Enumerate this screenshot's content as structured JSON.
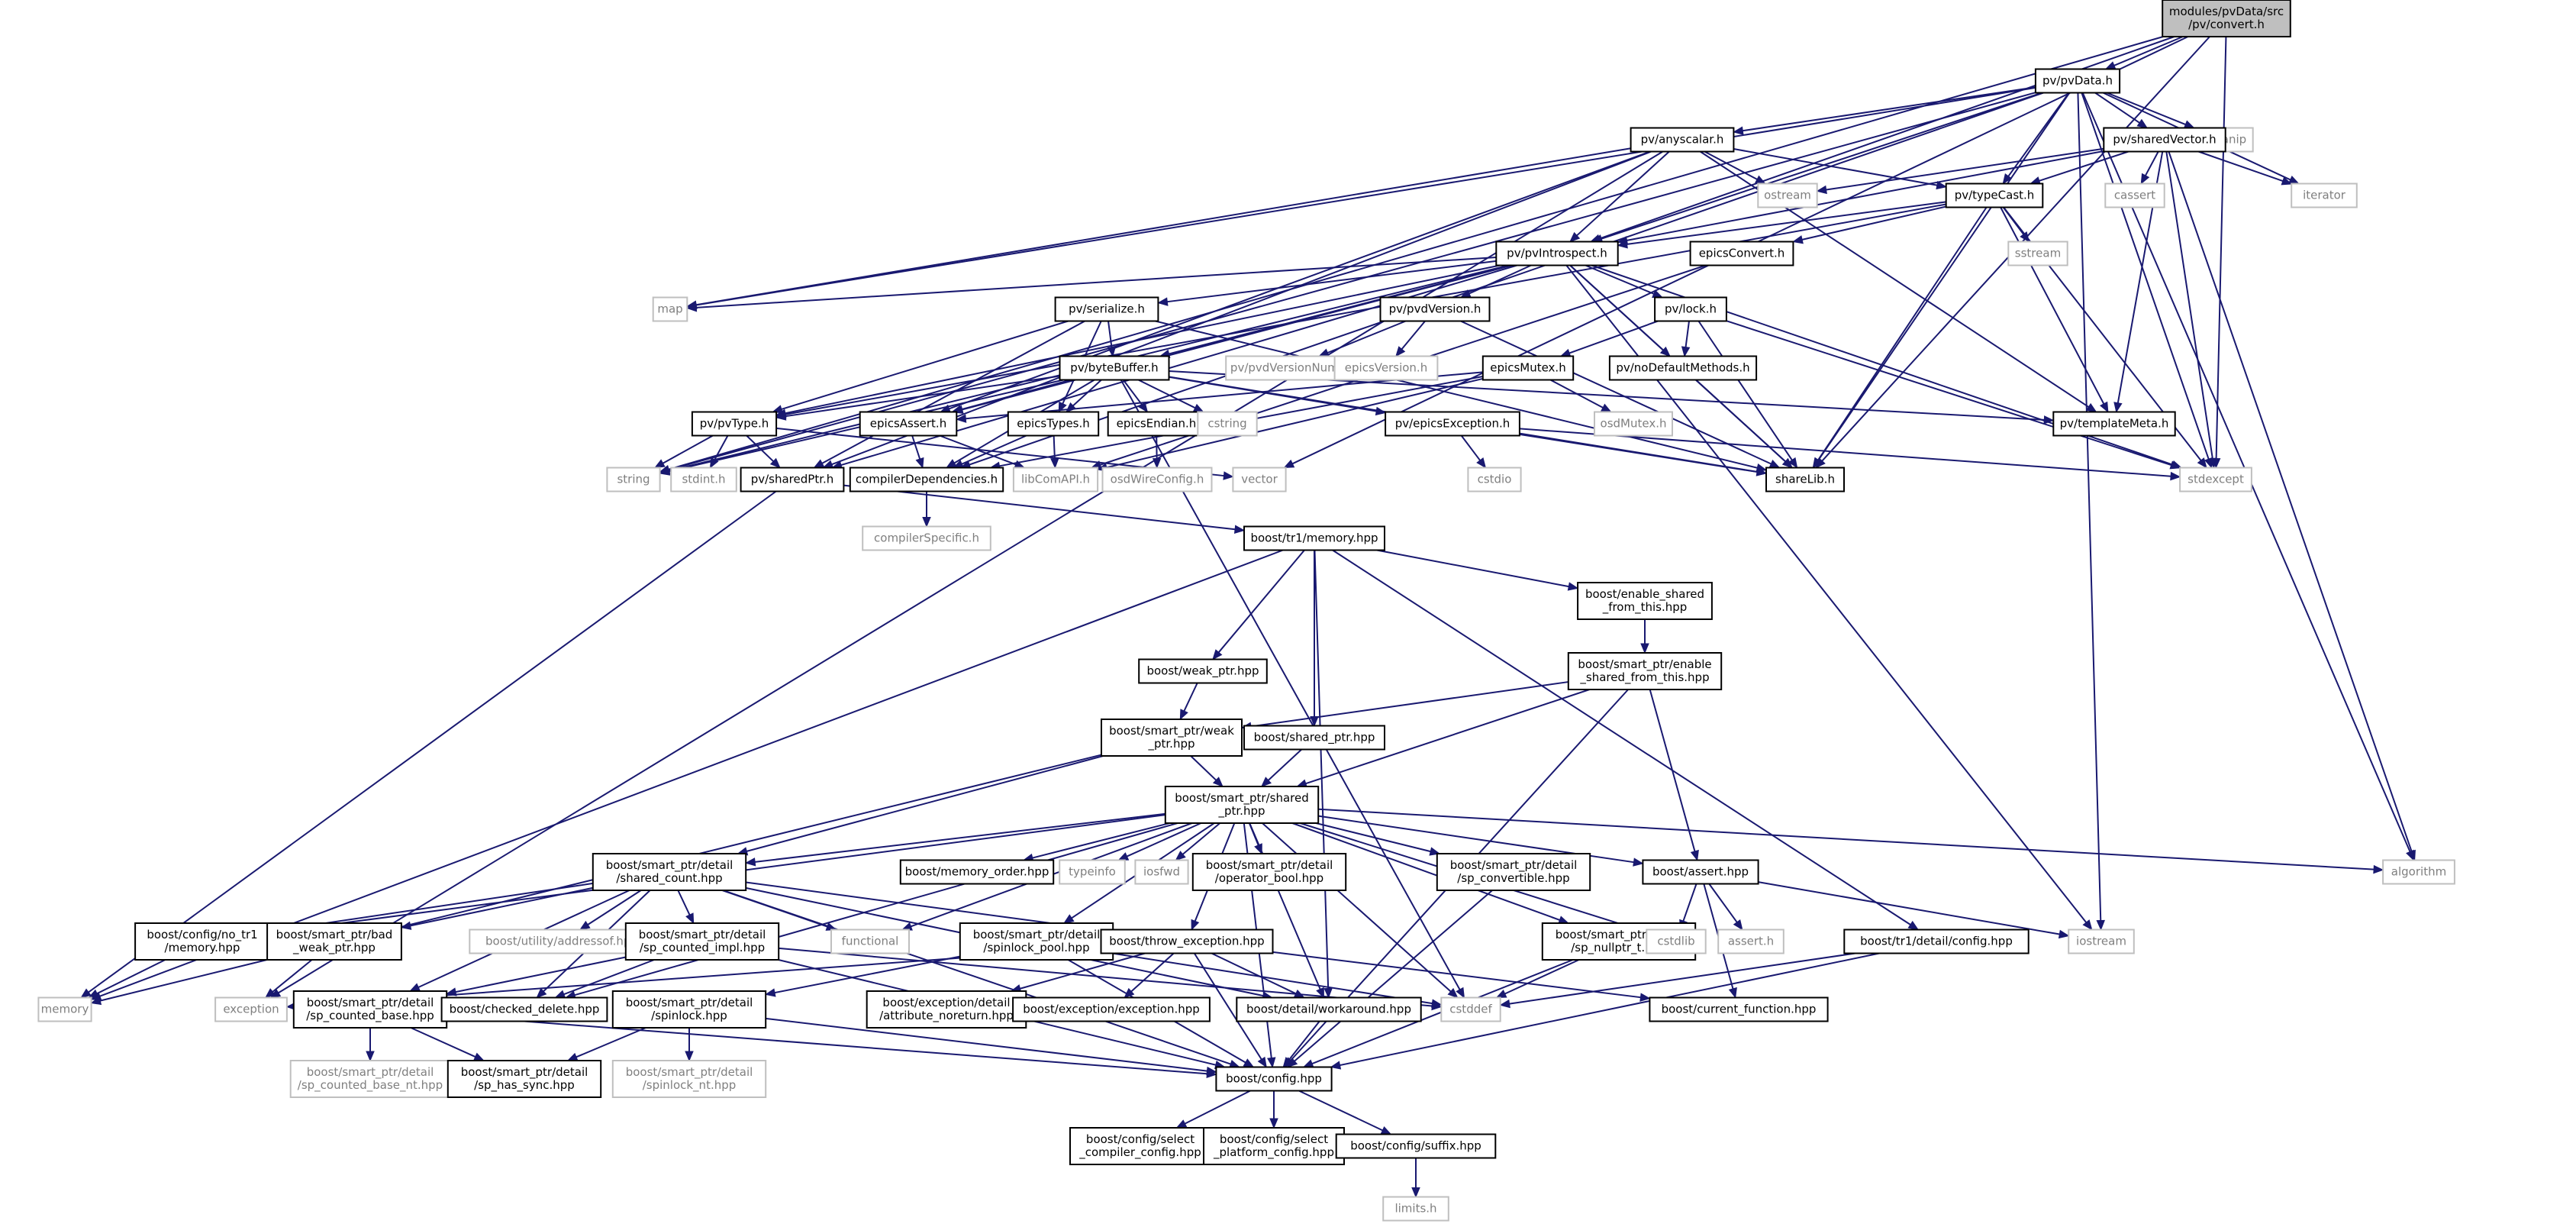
{
  "colors": {
    "edge": "#191970",
    "root_fill": "#bfbfbf",
    "node_border": "#000000",
    "sys_border": "#bfbfbf",
    "sys_text": "#7f7f7f"
  },
  "nodes": [
    {
      "id": "root",
      "label": "modules/pvData/src\n/pv/convert.h",
      "kind": "root"
    },
    {
      "id": "pvData",
      "label": "pv/pvData.h",
      "kind": "file"
    },
    {
      "id": "iomanip",
      "label": "iomanip",
      "kind": "sys"
    },
    {
      "id": "anyscalar",
      "label": "pv/anyscalar.h",
      "kind": "file"
    },
    {
      "id": "sharedVector",
      "label": "pv/sharedVector.h",
      "kind": "file"
    },
    {
      "id": "typeCast",
      "label": "pv/typeCast.h",
      "kind": "file"
    },
    {
      "id": "ostream",
      "label": "ostream",
      "kind": "sys"
    },
    {
      "id": "cassert",
      "label": "cassert",
      "kind": "sys"
    },
    {
      "id": "iterator",
      "label": "iterator",
      "kind": "sys"
    },
    {
      "id": "pvIntrospect",
      "label": "pv/pvIntrospect.h",
      "kind": "file"
    },
    {
      "id": "epicsConvert",
      "label": "epicsConvert.h",
      "kind": "file"
    },
    {
      "id": "sstream",
      "label": "sstream",
      "kind": "sys"
    },
    {
      "id": "map",
      "label": "map",
      "kind": "sys"
    },
    {
      "id": "serialize",
      "label": "pv/serialize.h",
      "kind": "file"
    },
    {
      "id": "pvdVersion",
      "label": "pv/pvdVersion.h",
      "kind": "file"
    },
    {
      "id": "lock",
      "label": "pv/lock.h",
      "kind": "file"
    },
    {
      "id": "byteBuffer",
      "label": "pv/byteBuffer.h",
      "kind": "file"
    },
    {
      "id": "pvdVersionNum",
      "label": "pv/pvdVersionNum.h",
      "kind": "sys"
    },
    {
      "id": "epicsVersion",
      "label": "epicsVersion.h",
      "kind": "sys"
    },
    {
      "id": "epicsMutex",
      "label": "epicsMutex.h",
      "kind": "file"
    },
    {
      "id": "noDefaultMethods",
      "label": "pv/noDefaultMethods.h",
      "kind": "file"
    },
    {
      "id": "pvType",
      "label": "pv/pvType.h",
      "kind": "file"
    },
    {
      "id": "epicsAssert",
      "label": "epicsAssert.h",
      "kind": "file"
    },
    {
      "id": "epicsTypes",
      "label": "epicsTypes.h",
      "kind": "file"
    },
    {
      "id": "epicsEndian",
      "label": "epicsEndian.h",
      "kind": "file"
    },
    {
      "id": "cstring",
      "label": "cstring",
      "kind": "sys"
    },
    {
      "id": "epicsException",
      "label": "pv/epicsException.h",
      "kind": "file"
    },
    {
      "id": "osdMutex",
      "label": "osdMutex.h",
      "kind": "sys"
    },
    {
      "id": "templateMeta",
      "label": "pv/templateMeta.h",
      "kind": "file"
    },
    {
      "id": "string",
      "label": "string",
      "kind": "sys"
    },
    {
      "id": "stdint",
      "label": "stdint.h",
      "kind": "sys"
    },
    {
      "id": "sharedPtr",
      "label": "pv/sharedPtr.h",
      "kind": "file"
    },
    {
      "id": "compilerDependencies",
      "label": "compilerDependencies.h",
      "kind": "file"
    },
    {
      "id": "libComAPI",
      "label": "libComAPI.h",
      "kind": "sys"
    },
    {
      "id": "osdWireConfig",
      "label": "osdWireConfig.h",
      "kind": "sys"
    },
    {
      "id": "vector",
      "label": "vector",
      "kind": "sys"
    },
    {
      "id": "cstdio",
      "label": "cstdio",
      "kind": "sys"
    },
    {
      "id": "shareLib",
      "label": "shareLib.h",
      "kind": "file"
    },
    {
      "id": "stdexcept",
      "label": "stdexcept",
      "kind": "sys"
    },
    {
      "id": "compilerSpecific",
      "label": "compilerSpecific.h",
      "kind": "sys"
    },
    {
      "id": "tr1memory",
      "label": "boost/tr1/memory.hpp",
      "kind": "file"
    },
    {
      "id": "enable_shared",
      "label": "boost/enable_shared\n_from_this.hpp",
      "kind": "file"
    },
    {
      "id": "sp_enable_shared",
      "label": "boost/smart_ptr/enable\n_shared_from_this.hpp",
      "kind": "file"
    },
    {
      "id": "weak_ptr",
      "label": "boost/weak_ptr.hpp",
      "kind": "file"
    },
    {
      "id": "sp_weak_ptr",
      "label": "boost/smart_ptr/weak\n_ptr.hpp",
      "kind": "file"
    },
    {
      "id": "shared_ptr",
      "label": "boost/shared_ptr.hpp",
      "kind": "file"
    },
    {
      "id": "sp_shared_ptr",
      "label": "boost/smart_ptr/shared\n_ptr.hpp",
      "kind": "file"
    },
    {
      "id": "shared_count",
      "label": "boost/smart_ptr/detail\n/shared_count.hpp",
      "kind": "file"
    },
    {
      "id": "memory_order",
      "label": "boost/memory_order.hpp",
      "kind": "file"
    },
    {
      "id": "typeinfo",
      "label": "typeinfo",
      "kind": "sys"
    },
    {
      "id": "iosfwd",
      "label": "iosfwd",
      "kind": "sys"
    },
    {
      "id": "operator_bool",
      "label": "boost/smart_ptr/detail\n/operator_bool.hpp",
      "kind": "file"
    },
    {
      "id": "sp_convertible",
      "label": "boost/smart_ptr/detail\n/sp_convertible.hpp",
      "kind": "file"
    },
    {
      "id": "assert",
      "label": "boost/assert.hpp",
      "kind": "file"
    },
    {
      "id": "algorithm",
      "label": "algorithm",
      "kind": "sys"
    },
    {
      "id": "no_tr1",
      "label": "boost/config/no_tr1\n/memory.hpp",
      "kind": "file"
    },
    {
      "id": "bad_weak_ptr",
      "label": "boost/smart_ptr/bad\n_weak_ptr.hpp",
      "kind": "file"
    },
    {
      "id": "addressof",
      "label": "boost/utility/addressof.hpp",
      "kind": "sys"
    },
    {
      "id": "sp_counted_impl",
      "label": "boost/smart_ptr/detail\n/sp_counted_impl.hpp",
      "kind": "file"
    },
    {
      "id": "functional",
      "label": "functional",
      "kind": "sys"
    },
    {
      "id": "spinlock_pool",
      "label": "boost/smart_ptr/detail\n/spinlock_pool.hpp",
      "kind": "file"
    },
    {
      "id": "throw_exception",
      "label": "boost/throw_exception.hpp",
      "kind": "file"
    },
    {
      "id": "sp_nullptr_t",
      "label": "boost/smart_ptr/detail\n/sp_nullptr_t.hpp",
      "kind": "file"
    },
    {
      "id": "cstdlib",
      "label": "cstdlib",
      "kind": "sys"
    },
    {
      "id": "assert_h",
      "label": "assert.h",
      "kind": "sys"
    },
    {
      "id": "iostream",
      "label": "iostream",
      "kind": "sys"
    },
    {
      "id": "tr1_config",
      "label": "boost/tr1/detail/config.hpp",
      "kind": "file"
    },
    {
      "id": "memory",
      "label": "memory",
      "kind": "sys"
    },
    {
      "id": "exception",
      "label": "exception",
      "kind": "sys"
    },
    {
      "id": "sp_counted_base",
      "label": "boost/smart_ptr/detail\n/sp_counted_base.hpp",
      "kind": "file"
    },
    {
      "id": "checked_delete",
      "label": "boost/checked_delete.hpp",
      "kind": "file"
    },
    {
      "id": "spinlock",
      "label": "boost/smart_ptr/detail\n/spinlock.hpp",
      "kind": "file"
    },
    {
      "id": "attribute_noreturn",
      "label": "boost/exception/detail\n/attribute_noreturn.hpp",
      "kind": "file"
    },
    {
      "id": "exception_hpp",
      "label": "boost/exception/exception.hpp",
      "kind": "file"
    },
    {
      "id": "workaround",
      "label": "boost/detail/workaround.hpp",
      "kind": "file"
    },
    {
      "id": "cstddef",
      "label": "cstddef",
      "kind": "sys"
    },
    {
      "id": "current_function",
      "label": "boost/current_function.hpp",
      "kind": "file"
    },
    {
      "id": "sp_counted_base_nt",
      "label": "boost/smart_ptr/detail\n/sp_counted_base_nt.hpp",
      "kind": "sys"
    },
    {
      "id": "sp_has_sync",
      "label": "boost/smart_ptr/detail\n/sp_has_sync.hpp",
      "kind": "file"
    },
    {
      "id": "spinlock_nt",
      "label": "boost/smart_ptr/detail\n/spinlock_nt.hpp",
      "kind": "sys"
    },
    {
      "id": "config",
      "label": "boost/config.hpp",
      "kind": "file"
    },
    {
      "id": "select_compiler",
      "label": "boost/config/select\n_compiler_config.hpp",
      "kind": "file"
    },
    {
      "id": "select_platform",
      "label": "boost/config/select\n_platform_config.hpp",
      "kind": "file"
    },
    {
      "id": "suffix",
      "label": "boost/config/suffix.hpp",
      "kind": "file"
    },
    {
      "id": "limits",
      "label": "limits.h",
      "kind": "sys"
    }
  ],
  "edges": [
    [
      "root",
      "pvData"
    ],
    [
      "root",
      "pvIntrospect"
    ],
    [
      "root",
      "string"
    ],
    [
      "root",
      "vector"
    ],
    [
      "root",
      "shareLib"
    ],
    [
      "root",
      "stdexcept"
    ],
    [
      "pvData",
      "anyscalar"
    ],
    [
      "pvData",
      "sharedVector"
    ],
    [
      "pvData",
      "typeCast"
    ],
    [
      "pvData",
      "pvIntrospect"
    ],
    [
      "pvData",
      "iomanip"
    ],
    [
      "pvData",
      "iterator"
    ],
    [
      "pvData",
      "map"
    ],
    [
      "pvData",
      "string"
    ],
    [
      "pvData",
      "compilerDependencies"
    ],
    [
      "pvData",
      "algorithm"
    ],
    [
      "pvData",
      "stdexcept"
    ],
    [
      "pvData",
      "iostream"
    ],
    [
      "pvData",
      "shareLib"
    ],
    [
      "anyscalar",
      "ostream"
    ],
    [
      "anyscalar",
      "typeCast"
    ],
    [
      "anyscalar",
      "pvIntrospect"
    ],
    [
      "anyscalar",
      "templateMeta"
    ],
    [
      "anyscalar",
      "map"
    ],
    [
      "anyscalar",
      "epicsAssert"
    ],
    [
      "anyscalar",
      "sharedPtr"
    ],
    [
      "anyscalar",
      "exception"
    ],
    [
      "sharedVector",
      "typeCast"
    ],
    [
      "sharedVector",
      "pvIntrospect"
    ],
    [
      "sharedVector",
      "cassert"
    ],
    [
      "sharedVector",
      "iterator"
    ],
    [
      "sharedVector",
      "ostream"
    ],
    [
      "sharedVector",
      "templateMeta"
    ],
    [
      "sharedVector",
      "stdexcept"
    ],
    [
      "sharedVector",
      "algorithm"
    ],
    [
      "typeCast",
      "pvIntrospect"
    ],
    [
      "typeCast",
      "epicsConvert"
    ],
    [
      "typeCast",
      "sstream"
    ],
    [
      "typeCast",
      "templateMeta"
    ],
    [
      "typeCast",
      "stdexcept"
    ],
    [
      "typeCast",
      "shareLib"
    ],
    [
      "typeCast",
      "pvType"
    ],
    [
      "pvIntrospect",
      "map"
    ],
    [
      "pvIntrospect",
      "serialize"
    ],
    [
      "pvIntrospect",
      "pvdVersion"
    ],
    [
      "pvIntrospect",
      "lock"
    ],
    [
      "pvIntrospect",
      "byteBuffer"
    ],
    [
      "pvIntrospect",
      "noDefaultMethods"
    ],
    [
      "pvIntrospect",
      "pvType"
    ],
    [
      "pvIntrospect",
      "epicsAssert"
    ],
    [
      "pvIntrospect",
      "string"
    ],
    [
      "pvIntrospect",
      "shareLib"
    ],
    [
      "pvIntrospect",
      "stdexcept"
    ],
    [
      "pvIntrospect",
      "iostream"
    ],
    [
      "pvIntrospect",
      "sharedPtr"
    ],
    [
      "epicsConvert",
      "libComAPI"
    ],
    [
      "serialize",
      "byteBuffer"
    ],
    [
      "serialize",
      "epicsTypes"
    ],
    [
      "serialize",
      "pvType"
    ],
    [
      "serialize",
      "sharedPtr"
    ],
    [
      "serialize",
      "shareLib"
    ],
    [
      "pvdVersion",
      "pvdVersionNum"
    ],
    [
      "pvdVersion",
      "epicsVersion"
    ],
    [
      "pvdVersion",
      "shareLib"
    ],
    [
      "lock",
      "epicsMutex"
    ],
    [
      "lock",
      "noDefaultMethods"
    ],
    [
      "lock",
      "shareLib"
    ],
    [
      "lock",
      "stdexcept"
    ],
    [
      "byteBuffer",
      "string"
    ],
    [
      "byteBuffer",
      "cstring"
    ],
    [
      "byteBuffer",
      "epicsEndian"
    ],
    [
      "byteBuffer",
      "epicsTypes"
    ],
    [
      "byteBuffer",
      "epicsAssert"
    ],
    [
      "byteBuffer",
      "epicsException"
    ],
    [
      "byteBuffer",
      "pvType"
    ],
    [
      "byteBuffer",
      "templateMeta"
    ],
    [
      "byteBuffer",
      "shareLib"
    ],
    [
      "byteBuffer",
      "compilerDependencies"
    ],
    [
      "byteBuffer",
      "cstddef"
    ],
    [
      "epicsMutex",
      "osdMutex"
    ],
    [
      "epicsMutex",
      "epicsAssert"
    ],
    [
      "epicsMutex",
      "compilerDependencies"
    ],
    [
      "epicsMutex",
      "libComAPI"
    ],
    [
      "noDefaultMethods",
      "shareLib"
    ],
    [
      "pvType",
      "stdint"
    ],
    [
      "pvType",
      "string"
    ],
    [
      "pvType",
      "vector"
    ],
    [
      "pvType",
      "sharedPtr"
    ],
    [
      "epicsAssert",
      "compilerDependencies"
    ],
    [
      "epicsAssert",
      "libComAPI"
    ],
    [
      "epicsTypes",
      "compilerDependencies"
    ],
    [
      "epicsTypes",
      "libComAPI"
    ],
    [
      "epicsEndian",
      "osdWireConfig"
    ],
    [
      "epicsException",
      "cstdio"
    ],
    [
      "epicsException",
      "stdexcept"
    ],
    [
      "epicsException",
      "shareLib"
    ],
    [
      "compilerDependencies",
      "compilerSpecific"
    ],
    [
      "sharedPtr",
      "memory"
    ],
    [
      "sharedPtr",
      "tr1memory"
    ],
    [
      "tr1memory",
      "enable_shared"
    ],
    [
      "tr1memory",
      "weak_ptr"
    ],
    [
      "tr1memory",
      "shared_ptr"
    ],
    [
      "tr1memory",
      "memory"
    ],
    [
      "tr1memory",
      "tr1_config"
    ],
    [
      "tr1memory",
      "workaround"
    ],
    [
      "enable_shared",
      "sp_enable_shared"
    ],
    [
      "sp_enable_shared",
      "sp_weak_ptr"
    ],
    [
      "sp_enable_shared",
      "sp_shared_ptr"
    ],
    [
      "sp_enable_shared",
      "assert"
    ],
    [
      "sp_enable_shared",
      "config"
    ],
    [
      "weak_ptr",
      "sp_weak_ptr"
    ],
    [
      "sp_weak_ptr",
      "sp_shared_ptr"
    ],
    [
      "sp_weak_ptr",
      "shared_count"
    ],
    [
      "sp_weak_ptr",
      "memory"
    ],
    [
      "shared_ptr",
      "sp_shared_ptr"
    ],
    [
      "sp_shared_ptr",
      "shared_count"
    ],
    [
      "sp_shared_ptr",
      "memory_order"
    ],
    [
      "sp_shared_ptr",
      "typeinfo"
    ],
    [
      "sp_shared_ptr",
      "iosfwd"
    ],
    [
      "sp_shared_ptr",
      "operator_bool"
    ],
    [
      "sp_shared_ptr",
      "sp_convertible"
    ],
    [
      "sp_shared_ptr",
      "assert"
    ],
    [
      "sp_shared_ptr",
      "algorithm"
    ],
    [
      "sp_shared_ptr",
      "no_tr1"
    ],
    [
      "sp_shared_ptr",
      "functional"
    ],
    [
      "sp_shared_ptr",
      "spinlock_pool"
    ],
    [
      "sp_shared_ptr",
      "throw_exception"
    ],
    [
      "sp_shared_ptr",
      "sp_nullptr_t"
    ],
    [
      "sp_shared_ptr",
      "checked_delete"
    ],
    [
      "sp_shared_ptr",
      "workaround"
    ],
    [
      "sp_shared_ptr",
      "cstddef"
    ],
    [
      "sp_shared_ptr",
      "config"
    ],
    [
      "sp_shared_ptr",
      "cstdlib"
    ],
    [
      "shared_count",
      "no_tr1"
    ],
    [
      "shared_count",
      "bad_weak_ptr"
    ],
    [
      "shared_count",
      "addressof"
    ],
    [
      "shared_count",
      "sp_counted_impl"
    ],
    [
      "shared_count",
      "functional"
    ],
    [
      "shared_count",
      "throw_exception"
    ],
    [
      "shared_count",
      "sp_counted_base"
    ],
    [
      "shared_count",
      "checked_delete"
    ],
    [
      "shared_count",
      "workaround"
    ],
    [
      "shared_count",
      "config"
    ],
    [
      "no_tr1",
      "memory"
    ],
    [
      "bad_weak_ptr",
      "exception"
    ],
    [
      "sp_counted_impl",
      "checked_delete"
    ],
    [
      "sp_counted_impl",
      "sp_counted_base"
    ],
    [
      "sp_counted_impl",
      "cstddef"
    ],
    [
      "sp_counted_impl",
      "config"
    ],
    [
      "spinlock_pool",
      "spinlock"
    ],
    [
      "spinlock_pool",
      "cstddef"
    ],
    [
      "spinlock_pool",
      "config"
    ],
    [
      "throw_exception",
      "exception_hpp"
    ],
    [
      "throw_exception",
      "attribute_noreturn"
    ],
    [
      "throw_exception",
      "workaround"
    ],
    [
      "throw_exception",
      "current_function"
    ],
    [
      "throw_exception",
      "config"
    ],
    [
      "throw_exception",
      "exception"
    ],
    [
      "sp_convertible",
      "config"
    ],
    [
      "sp_nullptr_t",
      "cstddef"
    ],
    [
      "sp_nullptr_t",
      "config"
    ],
    [
      "assert",
      "cstdlib"
    ],
    [
      "assert",
      "assert_h"
    ],
    [
      "assert",
      "iostream"
    ],
    [
      "assert",
      "current_function"
    ],
    [
      "tr1_config",
      "cstddef"
    ],
    [
      "tr1_config",
      "config"
    ],
    [
      "sp_counted_base",
      "sp_counted_base_nt"
    ],
    [
      "sp_counted_base",
      "sp_has_sync"
    ],
    [
      "sp_counted_base",
      "config"
    ],
    [
      "spinlock",
      "sp_has_sync"
    ],
    [
      "spinlock",
      "spinlock_nt"
    ],
    [
      "spinlock",
      "config"
    ],
    [
      "workaround",
      "config"
    ],
    [
      "config",
      "select_compiler"
    ],
    [
      "config",
      "select_platform"
    ],
    [
      "config",
      "suffix"
    ],
    [
      "suffix",
      "limits"
    ]
  ]
}
